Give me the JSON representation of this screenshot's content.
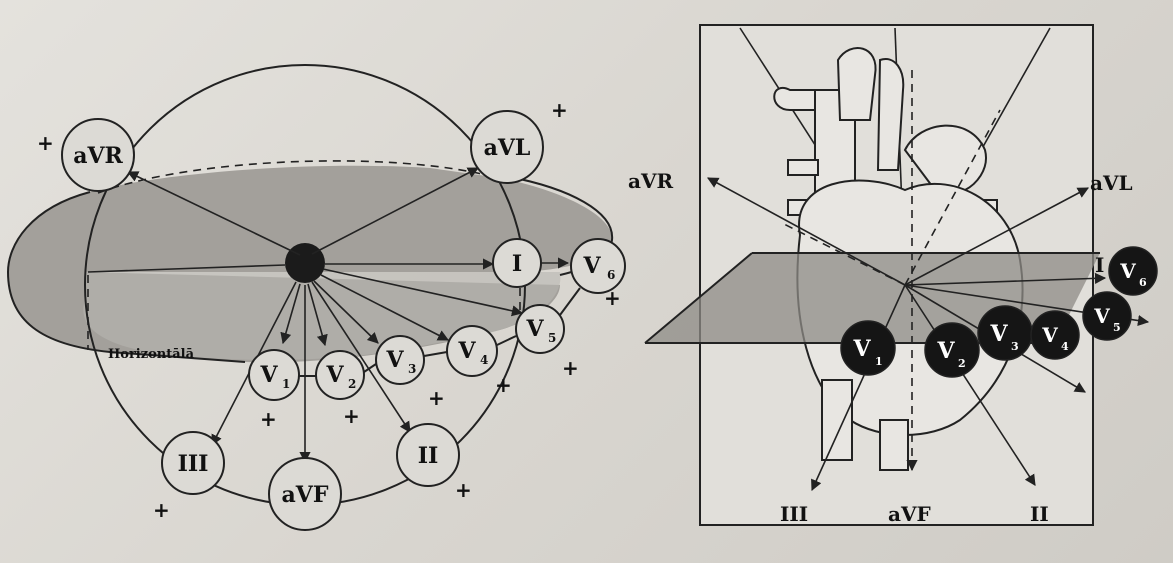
{
  "left_diagram": {
    "nodes": {
      "aVR": "aVR",
      "aVL": "aVL",
      "I": "I",
      "V6": "V",
      "V6_sub": "6",
      "V5": "V",
      "V5_sub": "5",
      "V4": "V",
      "V4_sub": "4",
      "V3": "V",
      "V3_sub": "3",
      "V2": "V",
      "V2_sub": "2",
      "V1": "V",
      "V1_sub": "1",
      "III": "III",
      "aVF": "aVF",
      "II": "II"
    },
    "plus_sign": "+",
    "horizontal_label": "Horizontālā"
  },
  "right_diagram": {
    "labels": {
      "aVR": "aVR",
      "aVL": "aVL",
      "I": "I",
      "III": "III",
      "aVF": "aVF",
      "II": "II"
    },
    "electrodes": [
      {
        "letter": "V",
        "sub": "1"
      },
      {
        "letter": "V",
        "sub": "2"
      },
      {
        "letter": "V",
        "sub": "3"
      },
      {
        "letter": "V",
        "sub": "4"
      },
      {
        "letter": "V",
        "sub": "5"
      },
      {
        "letter": "V",
        "sub": "6"
      }
    ]
  },
  "colors": {
    "shade": "#a3a09b",
    "node_fill": "#dcdad5",
    "electrode": "#151515"
  }
}
